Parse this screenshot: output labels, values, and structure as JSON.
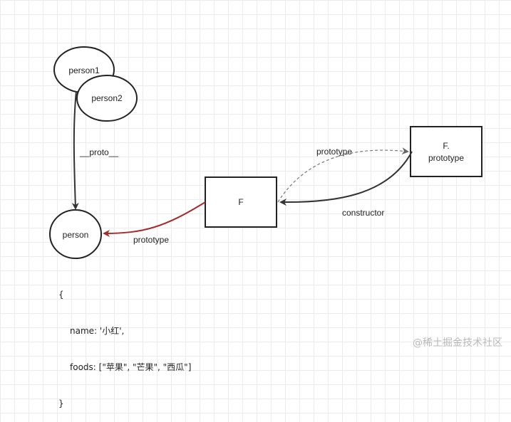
{
  "nodes": {
    "person1": "person1",
    "person2": "person2",
    "person": "person",
    "F": "F",
    "F_prototype_line1": "F.",
    "F_prototype_line2": "prototype"
  },
  "edges": {
    "proto_label": "__proto__",
    "prototype_dashed_label": "prototype",
    "constructor_label": "constructor",
    "prototype_red_label": "prototype"
  },
  "colors": {
    "stroke": "#222222",
    "red_arrow": "#a52a2a",
    "dashed_arrow": "#777777"
  },
  "object_literal": {
    "open": "{",
    "name_line": "name: '小红',",
    "foods_line": "foods: [\"苹果\", \"芒果\", \"西瓜\"]",
    "close": "}"
  },
  "watermark": "@稀土掘金技术社区"
}
